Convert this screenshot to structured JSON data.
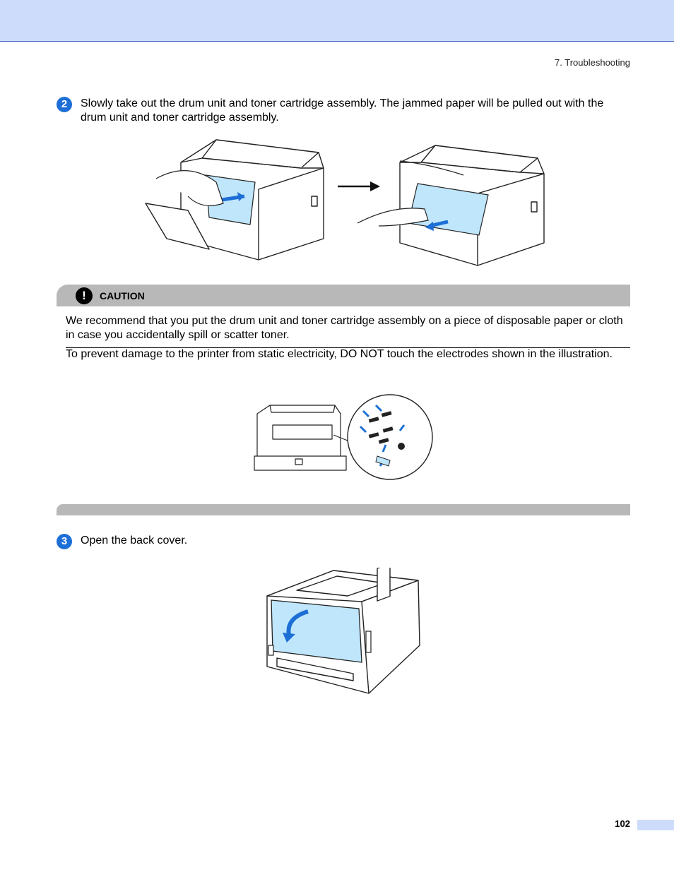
{
  "header": {
    "chapter": "7. Troubleshooting"
  },
  "steps": [
    {
      "number": "2",
      "text": "Slowly take out the drum unit and toner cartridge assembly. The jammed paper will be pulled out with the drum unit and toner cartridge assembly."
    },
    {
      "number": "3",
      "text": "Open the back cover."
    }
  ],
  "caution": {
    "icon": "exclamation-icon",
    "title": "CAUTION",
    "paragraphs": [
      "We recommend that you put the drum unit and toner cartridge assembly on a piece of disposable paper or cloth in case you accidentally spill or scatter toner.",
      "To prevent damage to the printer from static electricity, DO NOT touch the electrodes shown in the illustration."
    ]
  },
  "colors": {
    "accent": "#1d6fd6",
    "highlight": "#bfe6fb",
    "header": "#cddcfb",
    "caution_bar": "#b8b8b8"
  },
  "footer": {
    "page_number": "102"
  }
}
